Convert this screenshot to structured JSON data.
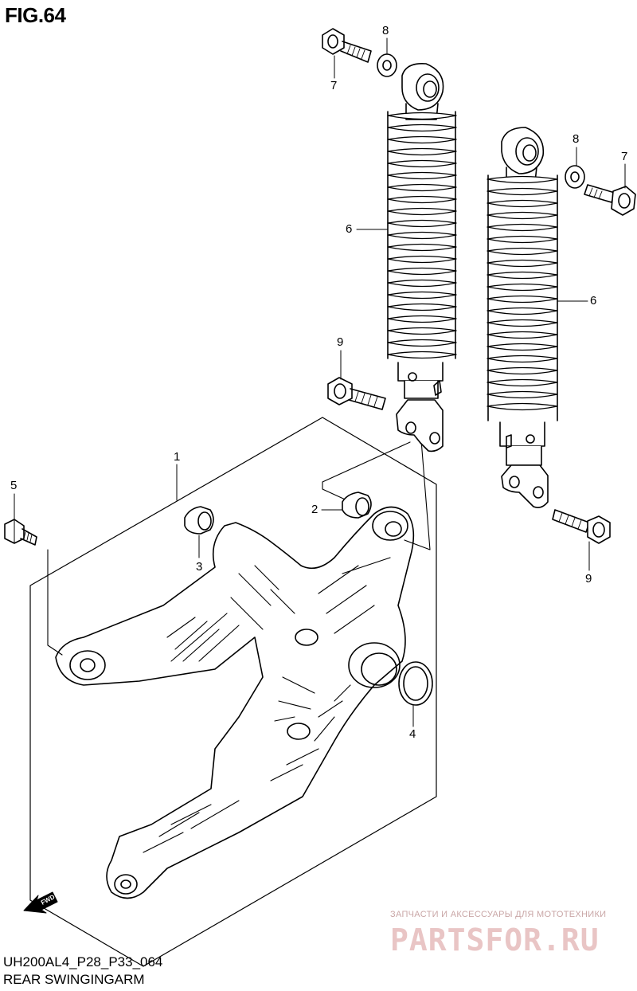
{
  "figure": {
    "title": "FIG.64"
  },
  "callouts": {
    "p1": "1",
    "p2": "2",
    "p3": "3",
    "p4": "4",
    "p5": "5",
    "p6a": "6",
    "p6b": "6",
    "p7a": "7",
    "p7b": "7",
    "p8a": "8",
    "p8b": "8",
    "p9a": "9",
    "p9b": "9"
  },
  "footer": {
    "code": "UH200AL4_P28_P33_064",
    "name": "REAR SWINGINGARM"
  },
  "fwd_badge": "FWD",
  "watermark": {
    "tagline": "ЗАПЧАСТИ И АКСЕССУАРЫ ДЛЯ МОТОТЕХНИКИ",
    "brand": "PARTSFOR.RU",
    "color": "#e0b0b0"
  },
  "style": {
    "line_color": "#000000",
    "background": "#ffffff"
  }
}
